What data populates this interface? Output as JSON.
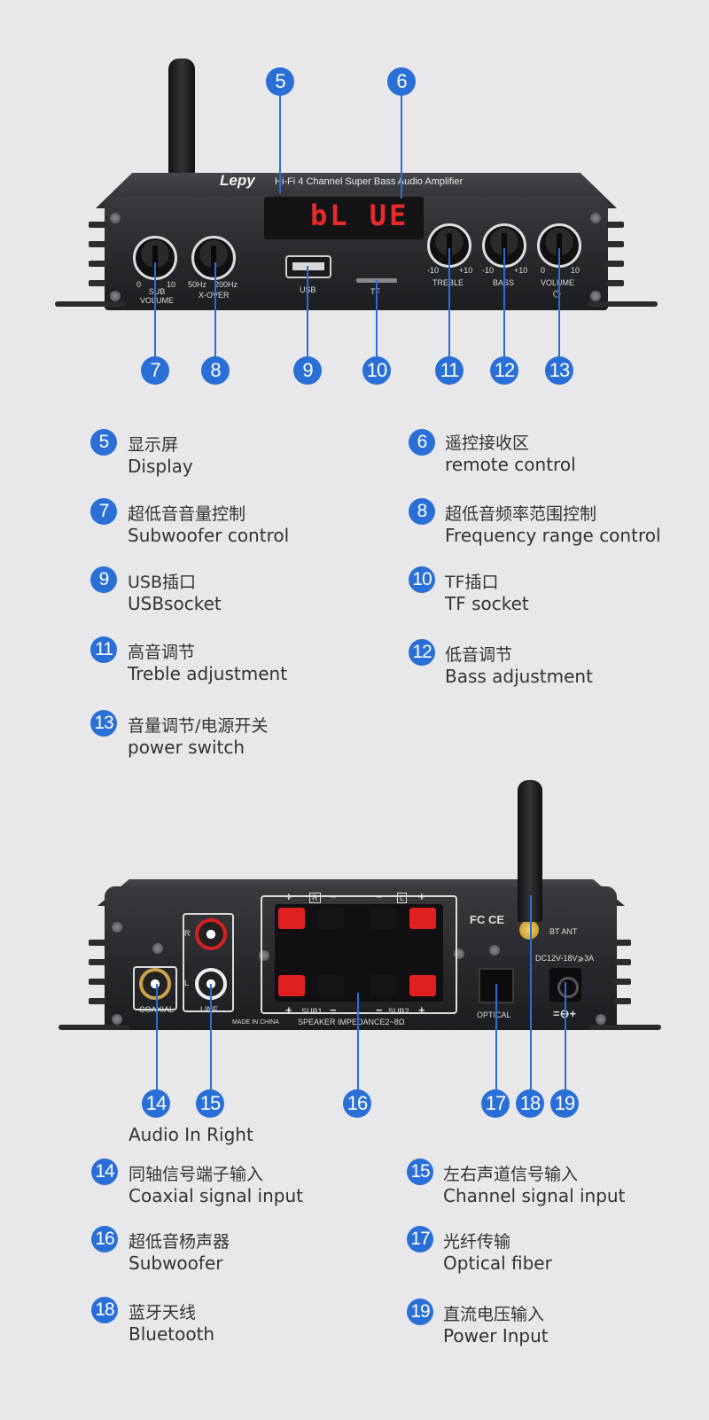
{
  "front_panel": {
    "brand": "Lepy",
    "model": "Hi-Fi 4 Channel Super Bass Audio Amplifier",
    "display_text": "bL UE",
    "labels": {
      "sub_volume": "SUB\nVOLUME",
      "sub_min": "0",
      "sub_max": "10",
      "xover_min": "50Hz",
      "xover_max": "200Hz",
      "xover": "X-OVER",
      "usb": "USB",
      "tf": "TF",
      "treble": "TREBLE",
      "treble_min": "-10",
      "treble_max": "+10",
      "bass": "BASS",
      "bass_min": "-10",
      "bass_max": "+10",
      "volume": "VOLUME",
      "volume_min": "0",
      "volume_max": "10",
      "power_symbol": "⏻"
    },
    "badges": [
      "5",
      "6",
      "7",
      "8",
      "9",
      "10",
      "11",
      "12",
      "13"
    ]
  },
  "front_legend": [
    {
      "num": "5",
      "zh": "显示屏",
      "en": "Display"
    },
    {
      "num": "6",
      "zh": "遥控接收区",
      "en": "remote control"
    },
    {
      "num": "7",
      "zh": "超低音音量控制",
      "en": "Subwoofer control"
    },
    {
      "num": "8",
      "zh": "超低音频率范围控制",
      "en": "Frequency range control"
    },
    {
      "num": "9",
      "zh": "USB插口",
      "en": "USBsocket"
    },
    {
      "num": "10",
      "zh": "TF插口",
      "en": "TF socket"
    },
    {
      "num": "11",
      "zh": "高音调节",
      "en": "Treble adjustment"
    },
    {
      "num": "12",
      "zh": "低音调节",
      "en": "Bass adjustment"
    },
    {
      "num": "13",
      "zh": "音量调节/电源开关",
      "en": "power switch"
    }
  ],
  "rear_panel": {
    "labels": {
      "coaxial": "COAXIAL",
      "line": "LINE",
      "r": "R",
      "l": "L",
      "made_in": "MADE IN CHINA",
      "speaker_impedance": "SPEAKER IMPEDANCE2~8Ω",
      "sub1": "SUB1",
      "sub2": "SUB2",
      "optical": "OPTICAL",
      "bt_ant": "BT ANT",
      "dc": "DC12V-18V⩾3A",
      "fcce": "FC CE",
      "plus": "+",
      "minus": "−"
    },
    "badges": [
      "14",
      "15",
      "16",
      "17",
      "18",
      "19"
    ]
  },
  "rear_caption": "Audio In Right",
  "rear_legend": [
    {
      "num": "14",
      "zh": "同轴信号端子输入",
      "en": "Coaxial signal input"
    },
    {
      "num": "15",
      "zh": "左右声道信号输入",
      "en": "Channel signal input"
    },
    {
      "num": "16",
      "zh": "超低音杨声器",
      "en": "Subwoofer"
    },
    {
      "num": "17",
      "zh": "光纤传输",
      "en": "Optical fiber"
    },
    {
      "num": "18",
      "zh": "蓝牙天线",
      "en": "Bluetooth"
    },
    {
      "num": "19",
      "zh": "直流电压输入",
      "en": "Power Input"
    }
  ]
}
